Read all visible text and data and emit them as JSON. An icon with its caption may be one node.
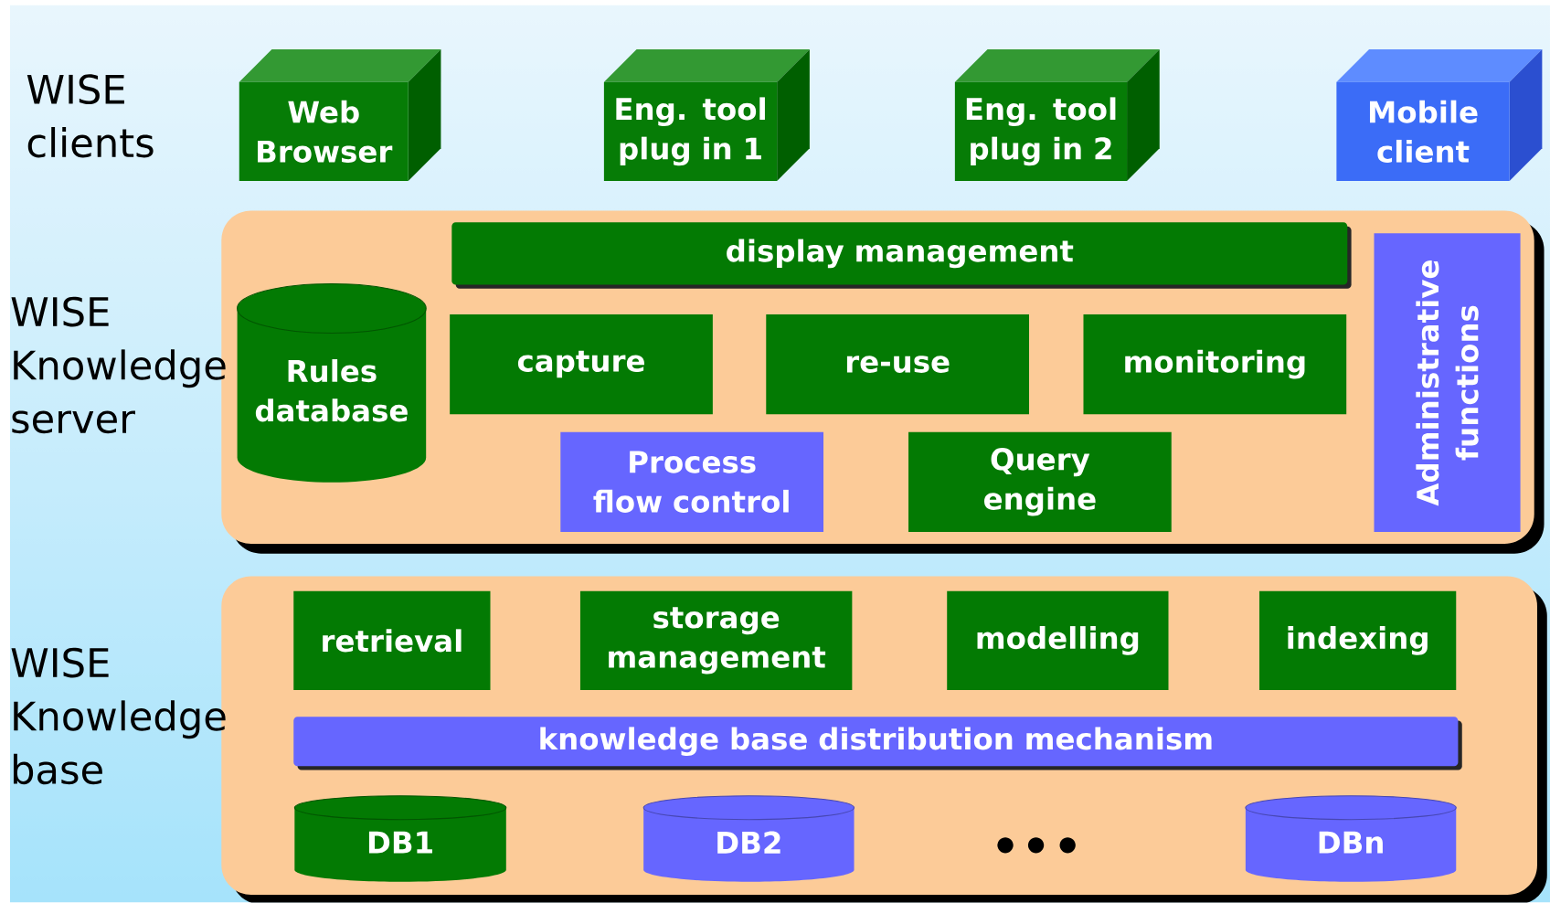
{
  "diagram": {
    "nodes": [
      {
        "text": [
          "Web Browser"
        ]
      },
      {
        "text": [
          "Eng. tool plug in 1"
        ]
      },
      {
        "text": [
          "Eng. tool plug in 2"
        ]
      },
      {
        "text": [
          "Mobile client"
        ]
      },
      {
        "text": [
          "WISE Knowledge server"
        ]
      },
      {
        "text": [
          "display management"
        ],
        "in": 4
      },
      {
        "text": [
          "Rules database"
        ],
        "in": 4
      },
      {
        "text": [
          "capture"
        ],
        "in": 4
      },
      {
        "text": [
          "re-use"
        ],
        "in": 4
      },
      {
        "text": [
          "monitoring"
        ],
        "in": 4
      },
      {
        "text": [
          "Process flow control"
        ],
        "in": 4
      },
      {
        "text": [
          "Query engine"
        ],
        "in": 4
      },
      {
        "text": [
          "Administrative functions"
        ],
        "in": 4
      },
      {
        "text": [
          "WISE Knowledge base"
        ]
      },
      {
        "text": [
          "retrieval"
        ],
        "in": 13
      },
      {
        "text": [
          "storage management"
        ],
        "in": 13
      },
      {
        "text": [
          "modelling"
        ],
        "in": 13
      },
      {
        "text": [
          "indexing"
        ],
        "in": 13
      },
      {
        "text": [
          "knowledge base distribution mechanism"
        ],
        "in": 13
      },
      {
        "text": [
          "DB1"
        ],
        "in": 13
      },
      {
        "text": [
          "DB2"
        ],
        "in": 13
      },
      {
        "text": [
          "DBn"
        ],
        "in": 13
      }
    ],
    "labels": [
      "WISE clients"
    ]
  }
}
